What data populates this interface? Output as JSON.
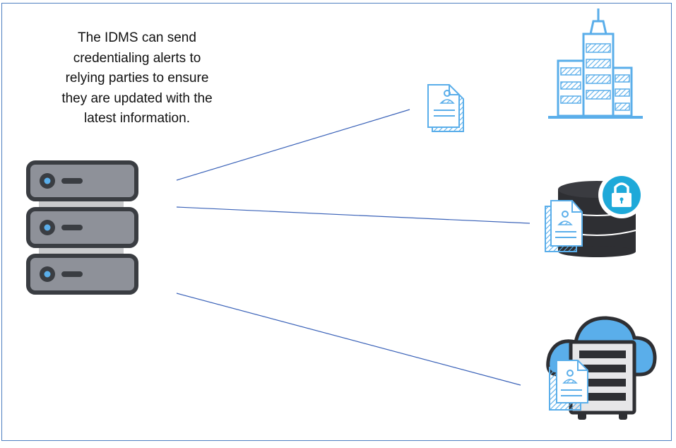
{
  "caption": {
    "lines": [
      "The IDMS can send",
      "credentialing alerts to",
      "relying parties to ensure",
      "they are updated with the",
      "latest information."
    ]
  },
  "nodes": {
    "source": "server-rack-icon",
    "targets": [
      "document-icon",
      "office-building-icon",
      "secure-database-icon",
      "cloud-server-icon"
    ]
  },
  "colors": {
    "frame": "#4f7fc0",
    "connector": "#3a62b8",
    "server_body": "#3a3d42",
    "server_face": "#8e9199",
    "light_blue": "#5aaeea",
    "db_dark": "#2e2f33",
    "lock_teal": "#1ea9d9"
  }
}
